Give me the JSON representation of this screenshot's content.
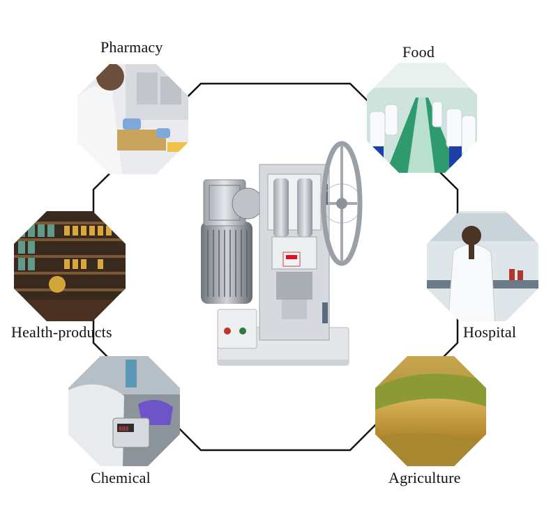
{
  "labels": {
    "pharmacy": "Pharmacy",
    "food": "Food",
    "health_products": "Health-products",
    "hospital": "Hospital",
    "chemical": "Chemical",
    "agriculture": "Agriculture"
  },
  "colors": {
    "frame": "#111111",
    "machine_body": "#c9cdd2",
    "base": "#e7e9ec"
  }
}
